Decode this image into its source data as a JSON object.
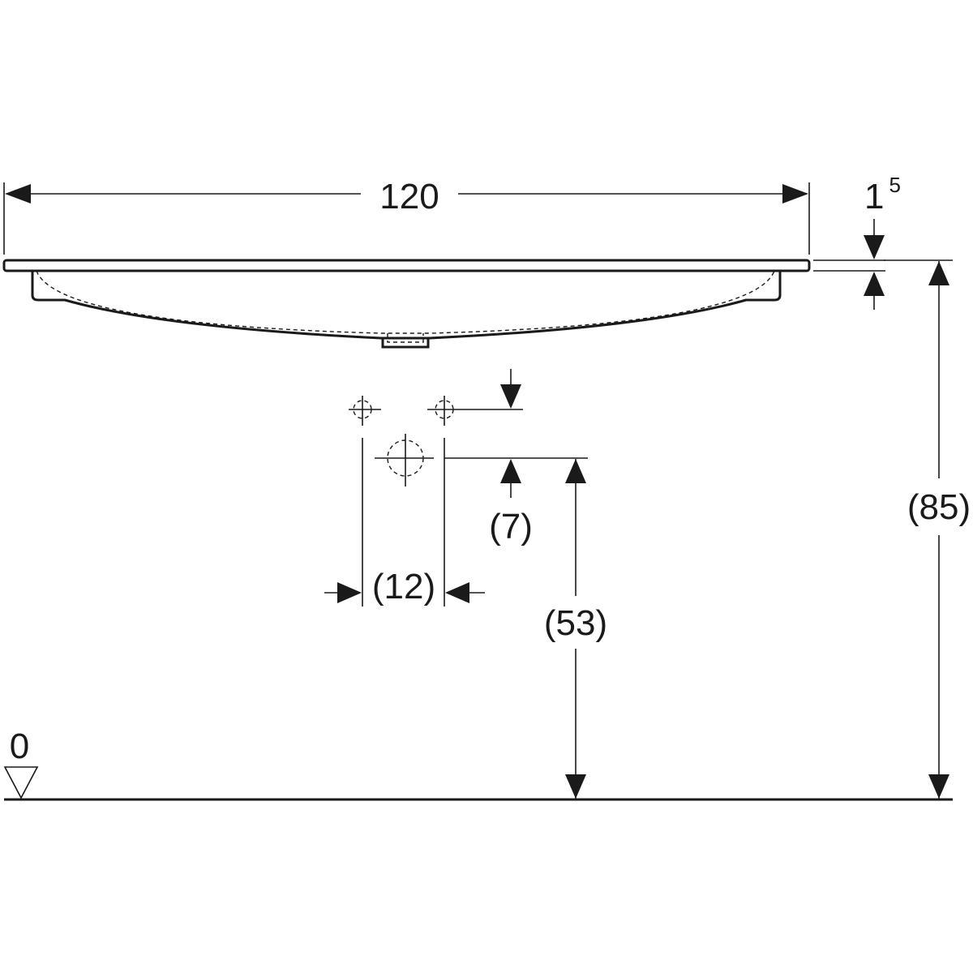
{
  "dimensions": {
    "width": "120",
    "rim_thickness_base": "1",
    "rim_thickness_sup": "5",
    "height_total": "(85)",
    "drain_height": "(53)",
    "drain_offset": "(7)",
    "tap_spacing": "(12)",
    "floor_level": "0"
  },
  "colors": {
    "line": "#1a1a1a",
    "background": "#ffffff"
  }
}
